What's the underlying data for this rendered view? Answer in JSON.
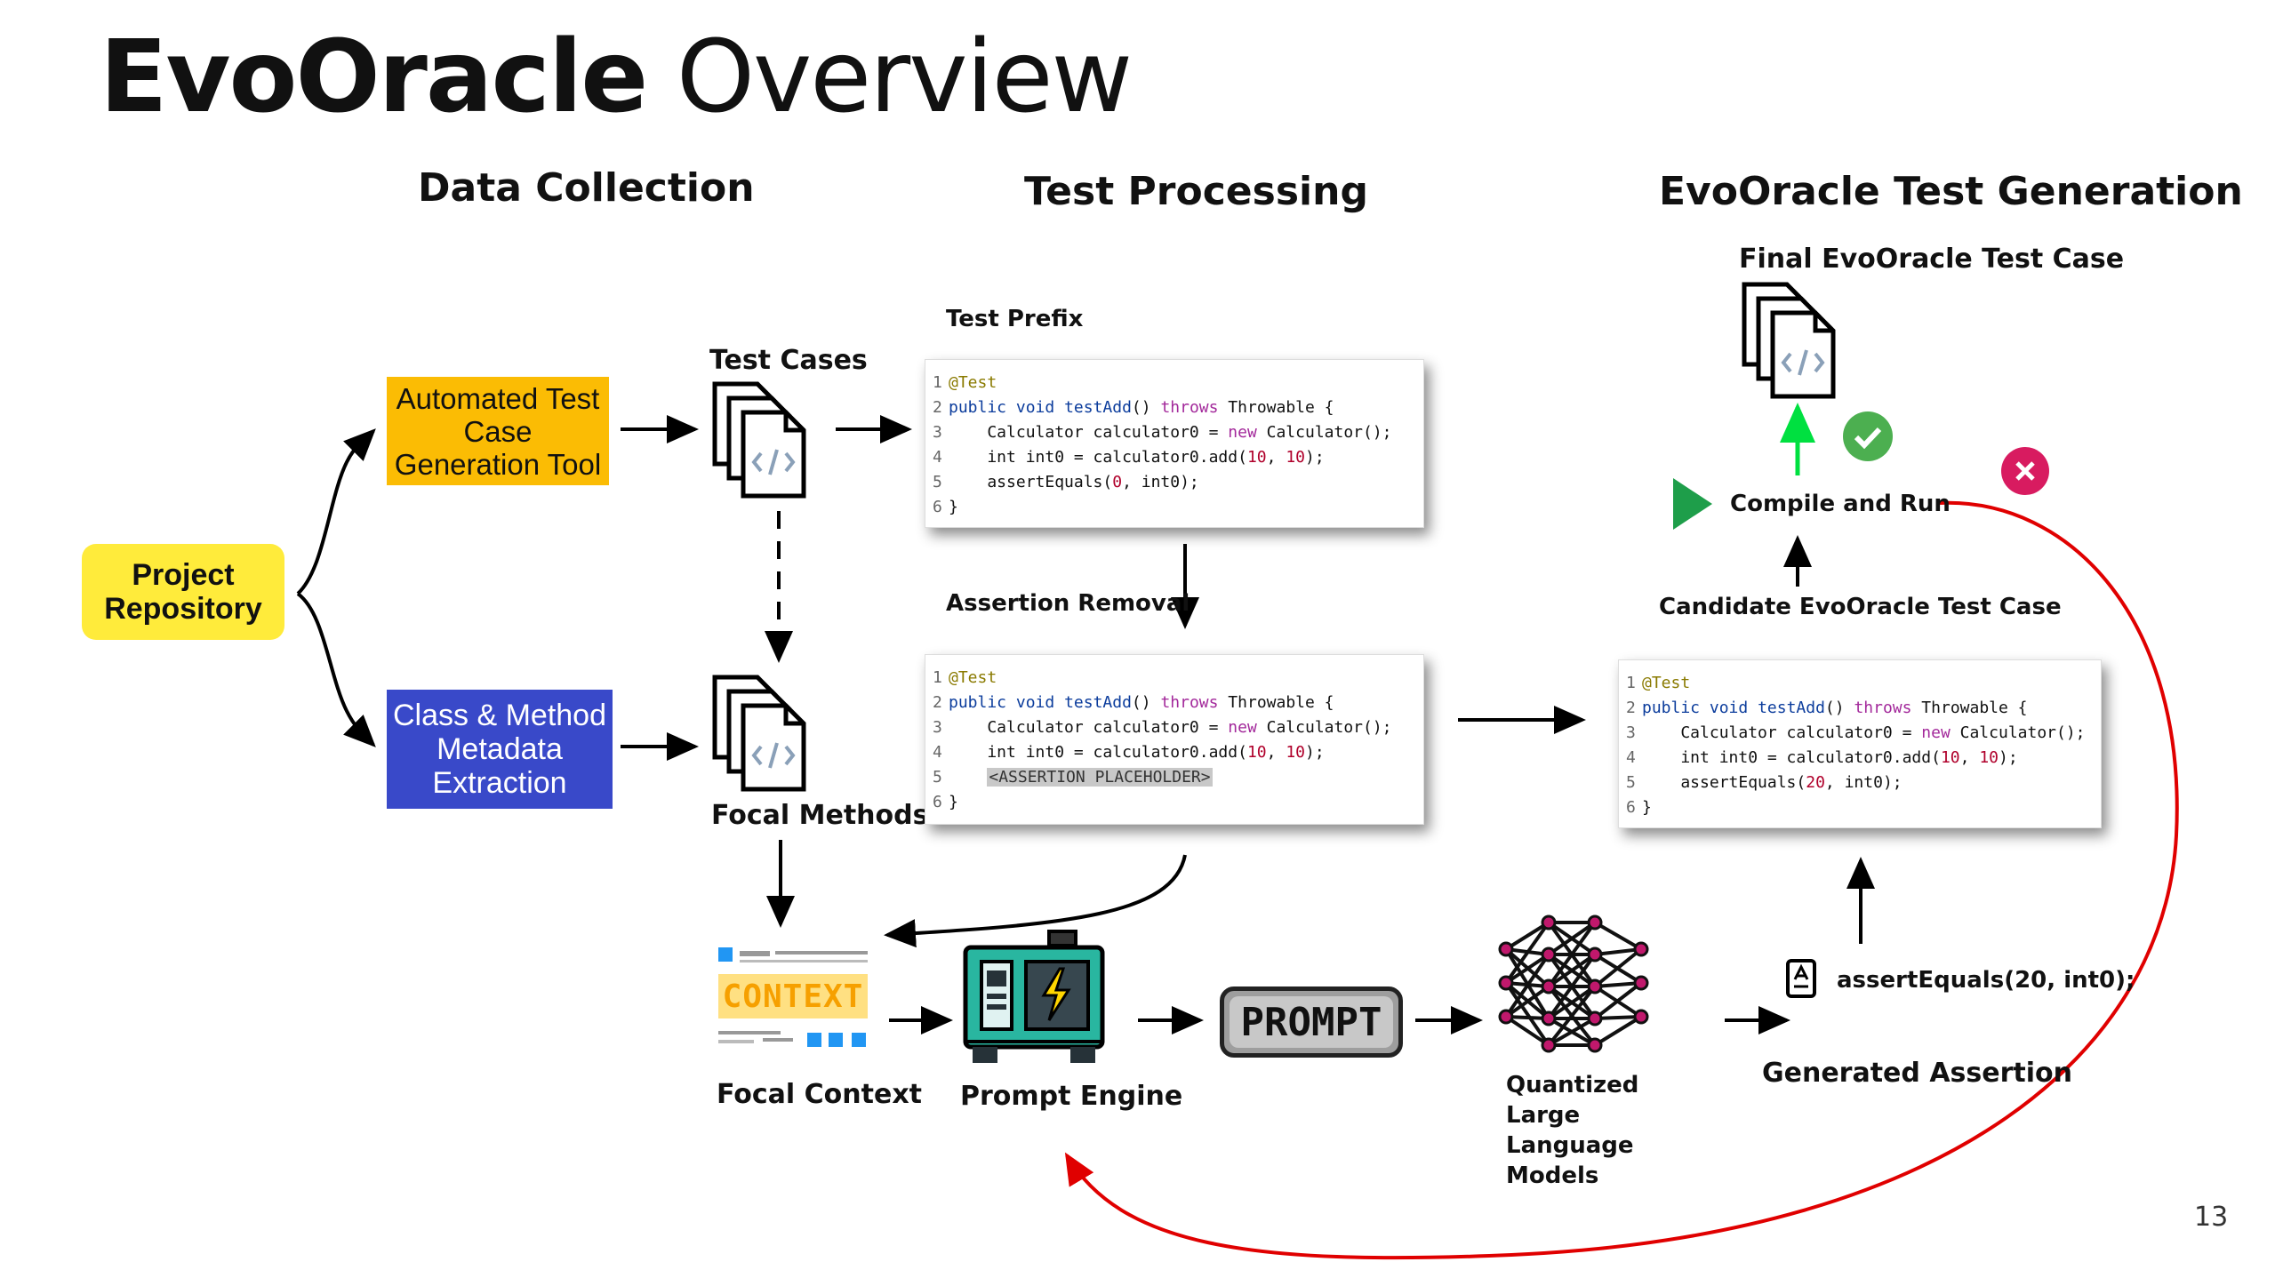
{
  "slide": {
    "title_bold": "EvoOracle",
    "title_light": " Overview",
    "page_number": "13"
  },
  "sections": {
    "data_collection": "Data Collection",
    "test_processing": "Test Processing",
    "generation": "EvoOracle Test Generation"
  },
  "nodes": {
    "project_repository": [
      "Project",
      "Repository"
    ],
    "automated_tool": [
      "Automated Test",
      "Case",
      "Generation Tool"
    ],
    "class_method": [
      "Class & Method",
      "Metadata",
      "Extraction"
    ],
    "test_cases": "Test Cases",
    "focal_methods": "Focal Methods",
    "focal_context": "Focal Context",
    "context_word": "CONTEXT",
    "prompt_engine": "Prompt Engine",
    "prompt_word": "PROMPT",
    "llm": [
      "Quantized",
      "Large",
      "Language",
      "Models"
    ],
    "generated_assertion": "Generated Assertion",
    "assertion_text": "assertEquals(20, int0);",
    "test_prefix": "Test Prefix",
    "assertion_removal": "Assertion Removal",
    "final_test_case": "Final EvoOracle Test Case",
    "compile_run": "Compile and Run",
    "candidate": "Candidate EvoOracle Test Case"
  },
  "code": {
    "prefix": {
      "annotation": "@Test",
      "line2": [
        "public",
        " void ",
        "testAdd",
        "() ",
        "throws",
        " Throwable {"
      ],
      "line3": [
        "    Calculator calculator0 = ",
        "new",
        " Calculator();"
      ],
      "line4": [
        "    int int0 = calculator0.add(",
        "10",
        ", ",
        "10",
        ");"
      ],
      "line5": [
        "    assertEquals(",
        "0",
        ", int0);"
      ],
      "close": "}"
    },
    "removal": {
      "placeholder": "<ASSERTION PLACEHOLDER>"
    },
    "candidate": {
      "line5": [
        "    assertEquals(",
        "20",
        ", int0);"
      ]
    }
  },
  "colors": {
    "project_repository": "#ffeb3b",
    "automated_tool": "#fbbc04",
    "class_method": "#3949c9",
    "arrow": "#000000",
    "feedback_arrow": "#e00000",
    "success_arrow": "#00e040",
    "check": "#4caf50",
    "cross": "#d81b60",
    "play": "#1e9e4a"
  }
}
